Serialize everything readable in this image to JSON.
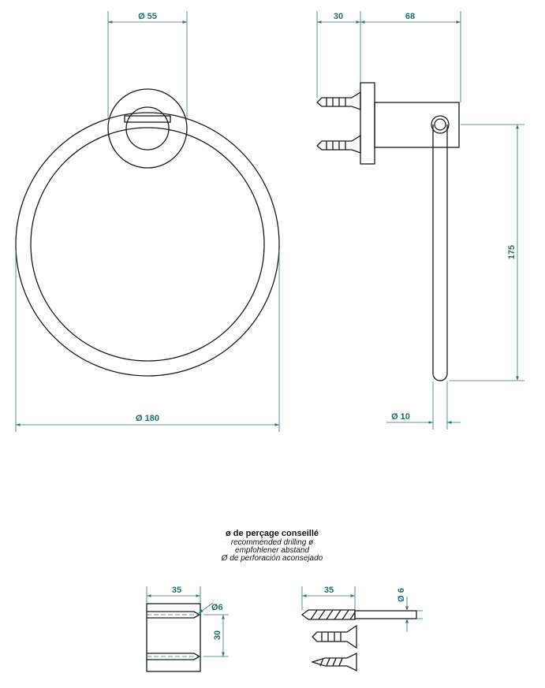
{
  "dimensions": {
    "rosette_diameter": "Ø 55",
    "ring_diameter": "Ø 180",
    "wall_depth": "30",
    "projection": "68",
    "ring_drop": "175",
    "rod_diameter": "Ø 10",
    "drill_depth_block": "35",
    "hole_diameter_block": "Ø6",
    "hole_spacing": "30",
    "drill_depth_bit": "35",
    "bit_diameter": "Ø 6"
  },
  "caption": {
    "title": "ø de perçage conseillé",
    "line1": "recommended drilling ø",
    "line2": "empfohlener abstand",
    "line3": "Ø de perforación aconsejado"
  },
  "colors": {
    "dimension": "#1f6f6f",
    "line": "#1a1a1a"
  }
}
